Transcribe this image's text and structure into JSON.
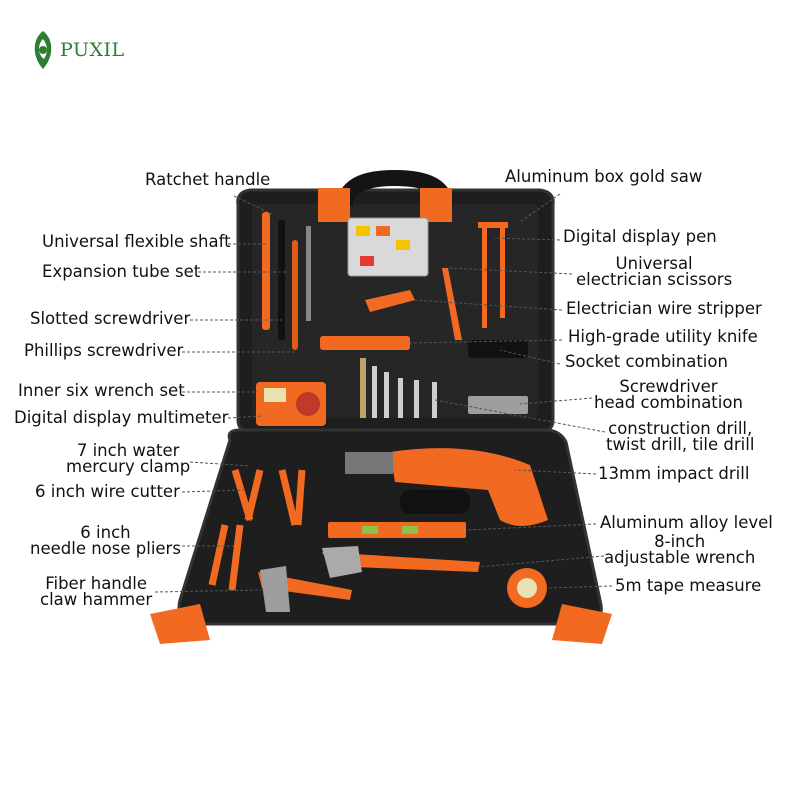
{
  "brand": {
    "name": "PUXIL",
    "logo_icon": "swirl-leaf-icon",
    "color": "#2e7d32"
  },
  "colors": {
    "case": "#1e1e1e",
    "case_edge": "#333333",
    "accent": "#f26a21",
    "leader": "#555555"
  },
  "labels": {
    "ratchet_handle": "Ratchet handle",
    "aluminum_box_gold_saw": "Aluminum box gold saw",
    "universal_flexible_shaft": "Universal flexible shaft",
    "digital_display_pen": "Digital display pen",
    "expansion_tube_set": "Expansion tube set",
    "universal_scissors_1": "Universal",
    "universal_scissors_2": "electrician scissors",
    "slotted_screwdriver": "Slotted screwdriver",
    "wire_stripper": "Electrician wire stripper",
    "utility_knife": "High-grade utility knife",
    "phillips_screwdriver": "Phillips screwdriver",
    "socket_combination": "Socket combination",
    "inner_six_wrench": "Inner six wrench set",
    "screwdriver_head_1": "Screwdriver",
    "screwdriver_head_2": "head combination",
    "multimeter": "Digital display multimeter",
    "drills_1": "construction drill,",
    "drills_2": "twist drill, tile drill",
    "water_clamp_1": "7 inch water",
    "water_clamp_2": "mercury clamp",
    "impact_drill": "13mm impact drill",
    "wire_cutter": "6 inch wire cutter",
    "level": "Aluminum alloy level",
    "needle_pliers_1": "6 inch",
    "needle_pliers_2": "needle nose pliers",
    "wrench_1": "8-inch",
    "wrench_2": "adjustable wrench",
    "hammer_1": "Fiber handle",
    "hammer_2": "claw hammer",
    "tape_measure": "5m tape measure"
  }
}
